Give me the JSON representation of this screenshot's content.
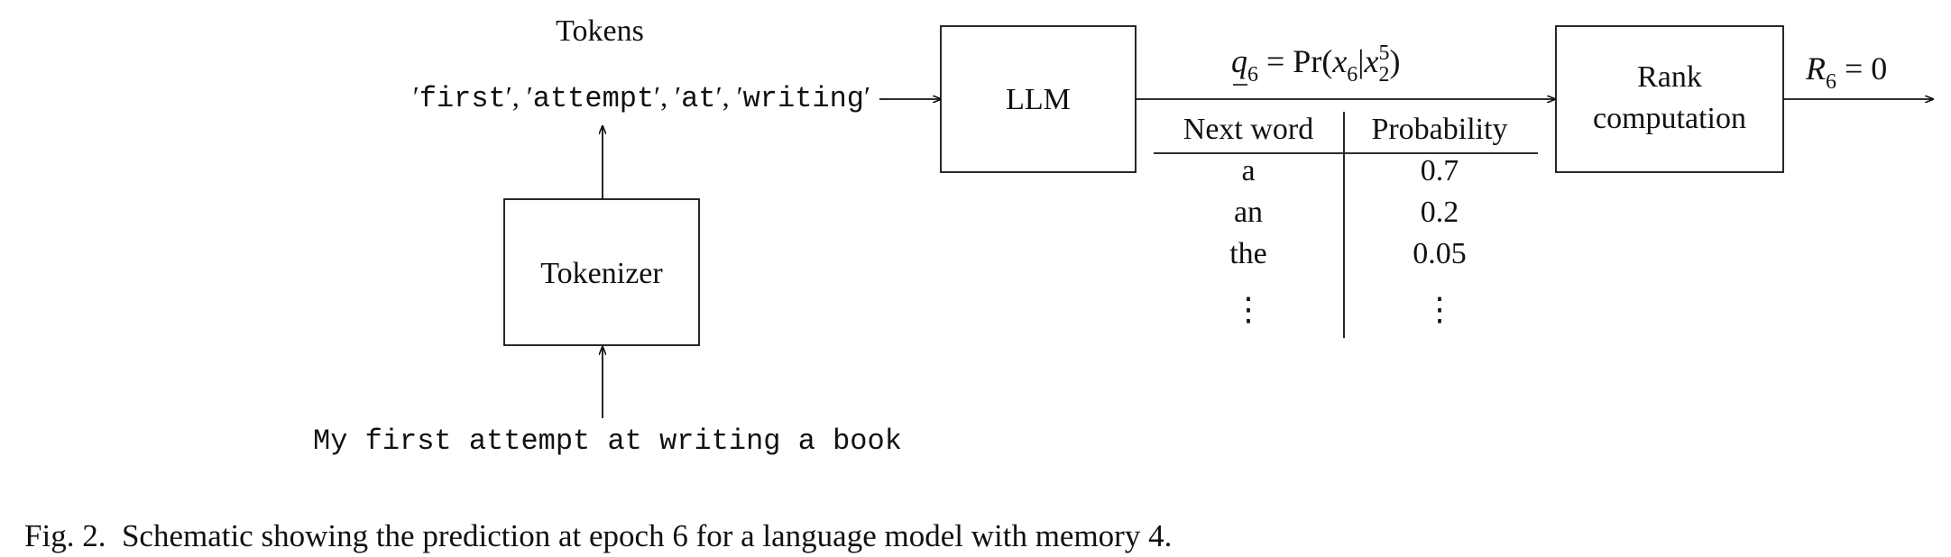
{
  "diagram": {
    "tokens_title": "Tokens",
    "token_sequence": [
      {
        "open": "′",
        "word": "first",
        "close": "′",
        "sep": ", "
      },
      {
        "open": "′",
        "word": "attempt",
        "close": "′",
        "sep": ", "
      },
      {
        "open": "′",
        "word": "at",
        "close": "′",
        "sep": ", "
      },
      {
        "open": "′",
        "word": "writing",
        "close": "′",
        "sep": ""
      }
    ],
    "tokenizer_label": "Tokenizer",
    "input_sentence": "My first attempt at writing a book",
    "llm_label": "LLM",
    "prediction_label": {
      "q": "q",
      "q_sub": "6",
      "eq": " = Pr(",
      "x": "x",
      "x_sub": "6",
      "bar": "|",
      "x2": "x",
      "x2_sup": "5",
      "x2_sub": "2",
      "close": ")"
    },
    "rank_label_line1": "Rank",
    "rank_label_line2": "computation",
    "rank_output": {
      "r": "R",
      "r_sub": "6",
      "rest": " = 0"
    },
    "table": {
      "headers": [
        "Next word",
        "Probability"
      ],
      "rows": [
        [
          "a",
          "0.7"
        ],
        [
          "an",
          "0.2"
        ],
        [
          "the",
          "0.05"
        ],
        [
          "⋮",
          "⋮"
        ]
      ]
    },
    "caption": "Fig. 2.  Schematic showing the prediction at epoch 6 for a language model with memory 4."
  }
}
